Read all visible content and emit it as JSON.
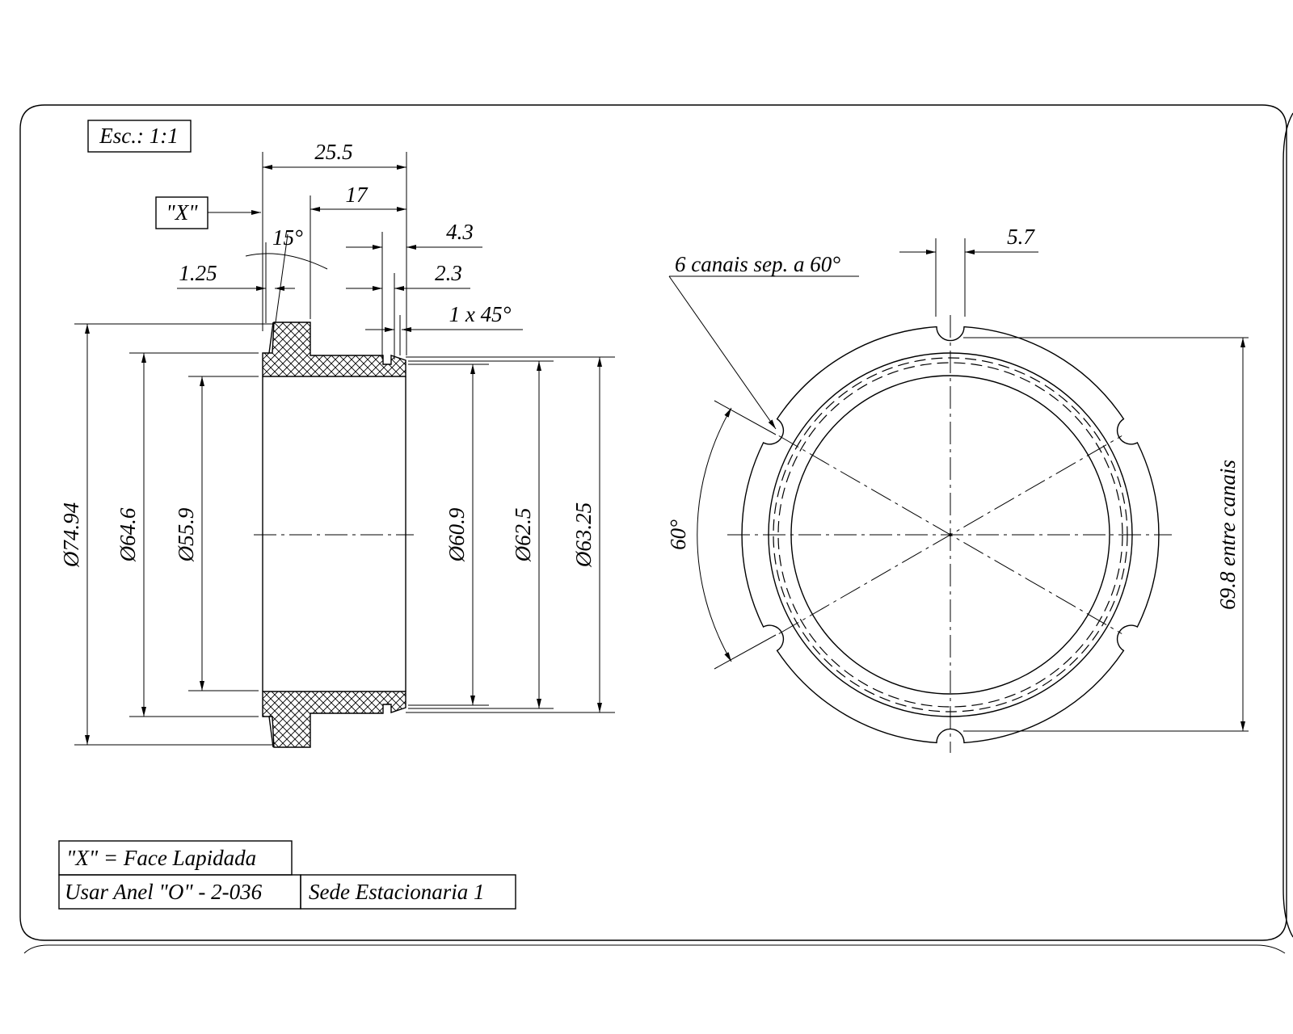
{
  "scale_box": {
    "label": "Esc.: 1:1"
  },
  "ref_box": {
    "label": "\"X\""
  },
  "section_view": {
    "dim_overall_length": "25.5",
    "dim_length_17": "17",
    "dim_angle": "15°",
    "dim_1_25": "1.25",
    "dim_4_3": "4.3",
    "dim_2_3": "2.3",
    "dim_chamfer": "1 x 45°",
    "dia_74_94": "Ø74.94",
    "dia_64_6": "Ø64.6",
    "dia_55_9": "Ø55.9",
    "dia_60_9": "Ø60.9",
    "dia_62_5": "Ø62.5",
    "dia_63_25": "Ø63.25"
  },
  "front_view": {
    "dim_slot_width": "5.7",
    "note_channels": "6 canais sep. a 60°",
    "dim_angle": "60°",
    "dim_between_channels": "69.8 entre canais"
  },
  "notes": {
    "face_note": "\"X\" = Face Lapidada",
    "oring_note": "Usar Anel \"O\" - 2-036",
    "part_name": "Sede Estacionaria 1"
  }
}
